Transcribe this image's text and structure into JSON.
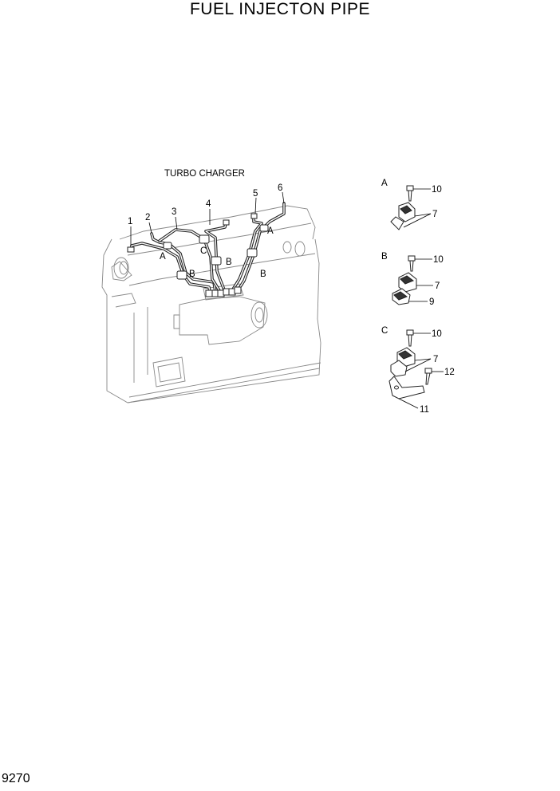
{
  "title": "FUEL INJECTON PIPE",
  "page_number": "9270",
  "main_view": {
    "caption": "TURBO CHARGER",
    "callouts": [
      "1",
      "2",
      "3",
      "4",
      "5",
      "6"
    ],
    "clamp_labels": [
      "A",
      "A",
      "B",
      "B",
      "B",
      "C"
    ]
  },
  "details": [
    {
      "letter": "A",
      "parts": [
        "10",
        "7"
      ]
    },
    {
      "letter": "B",
      "parts": [
        "10",
        "7",
        "9"
      ]
    },
    {
      "letter": "C",
      "parts": [
        "10",
        "7",
        "12",
        "11"
      ]
    }
  ]
}
